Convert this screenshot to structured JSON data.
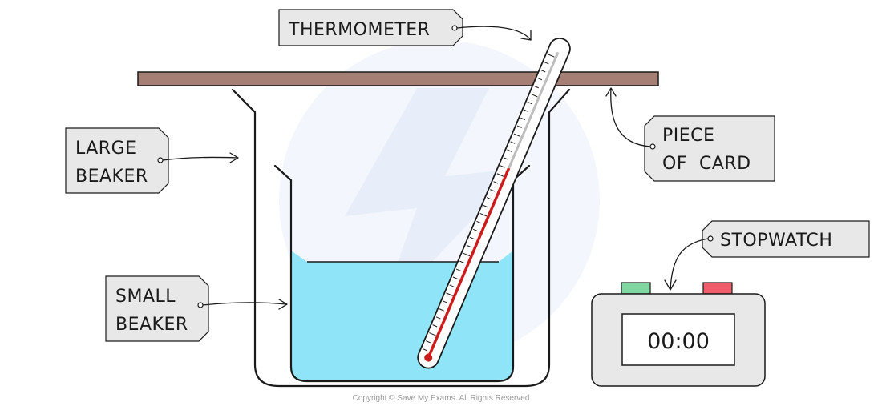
{
  "labels": {
    "thermometer": "THERMOMETER",
    "large_beaker": [
      "LARGE",
      "BEAKER"
    ],
    "small_beaker": [
      "SMALL",
      "BEAKER"
    ],
    "piece_of_card": [
      "PIECE",
      "OF  CARD"
    ],
    "stopwatch": "STOPWATCH"
  },
  "stopwatch_display": "00:00",
  "copyright": "Copyright © Save My Exams. All Rights Reserved",
  "colors": {
    "card": "#a57f73",
    "water": "#8fe4f7",
    "mercury": "#cc1b1b",
    "stopwatch_start_button": "#7fd6a0",
    "stopwatch_stop_button": "#ef5d6a",
    "tag_fill": "#e8e8e8",
    "watermark": "#eaf1fb"
  }
}
